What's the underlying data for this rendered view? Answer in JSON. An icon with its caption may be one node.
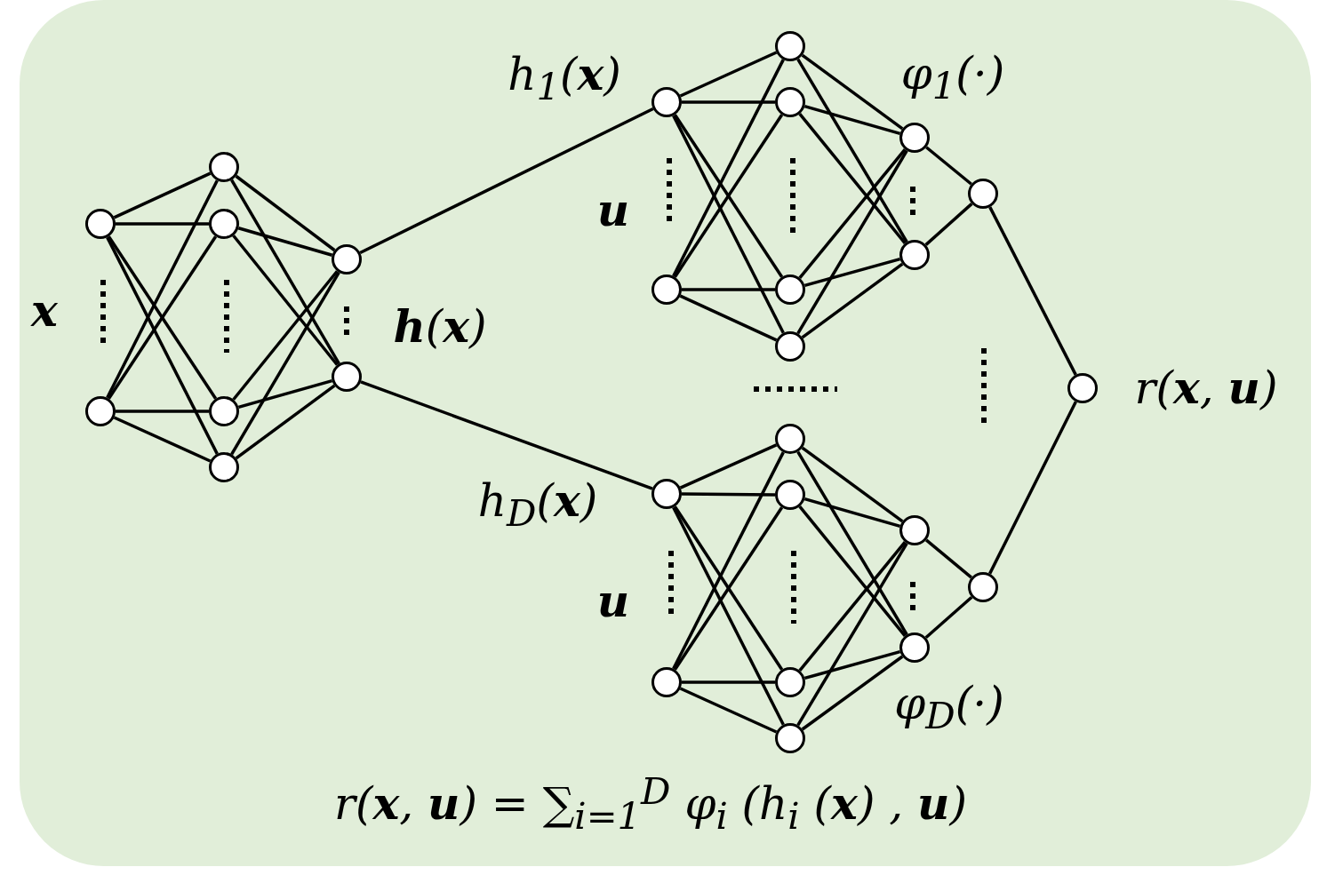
{
  "diagram": {
    "nodes": [
      {
        "text": [],
        "shape": "circle"
      },
      {
        "text": [],
        "shape": "circle"
      },
      {
        "text": [],
        "shape": "circle"
      },
      {
        "text": [],
        "shape": "circle"
      },
      {
        "text": [],
        "shape": "circle"
      },
      {
        "text": [],
        "shape": "circle"
      },
      {
        "text": [],
        "shape": "circle"
      },
      {
        "text": [],
        "shape": "circle"
      },
      {
        "text": [],
        "shape": "circle",
        "beside": [
          "h$_{1}$(**x**)"
        ]
      },
      {
        "text": [],
        "shape": "circle"
      },
      {
        "text": [],
        "shape": "circle"
      },
      {
        "text": [],
        "shape": "circle"
      },
      {
        "text": [],
        "shape": "circle"
      },
      {
        "text": [],
        "shape": "circle"
      },
      {
        "text": [],
        "shape": "circle",
        "beside": [
          "φ$_{1}$(·)"
        ]
      },
      {
        "text": [],
        "shape": "circle"
      },
      {
        "text": [],
        "shape": "circle"
      },
      {
        "text": [],
        "shape": "circle",
        "beside": [
          "h$_{D}$(**x**)"
        ]
      },
      {
        "text": [],
        "shape": "circle"
      },
      {
        "text": [],
        "shape": "circle"
      },
      {
        "text": [],
        "shape": "circle"
      },
      {
        "text": [],
        "shape": "circle"
      },
      {
        "text": [],
        "shape": "circle"
      },
      {
        "text": [],
        "shape": "circle"
      },
      {
        "text": [],
        "shape": "circle",
        "beside": [
          "φ$_{D}$(·)"
        ]
      },
      {
        "text": [],
        "shape": "circle"
      },
      {
        "text": [],
        "shape": "circle",
        "beside": [
          "r(**x**, **u**)"
        ]
      }
    ],
    "edges": [
      {
        "from": 0,
        "to": 2,
        "arrow": "none"
      },
      {
        "from": 0,
        "to": 3,
        "arrow": "none"
      },
      {
        "from": 0,
        "to": 4,
        "arrow": "none"
      },
      {
        "from": 0,
        "to": 5,
        "arrow": "none"
      },
      {
        "from": 1,
        "to": 2,
        "arrow": "none"
      },
      {
        "from": 1,
        "to": 3,
        "arrow": "none"
      },
      {
        "from": 1,
        "to": 4,
        "arrow": "none"
      },
      {
        "from": 1,
        "to": 5,
        "arrow": "none"
      },
      {
        "from": 2,
        "to": 6,
        "arrow": "none"
      },
      {
        "from": 2,
        "to": 7,
        "arrow": "none"
      },
      {
        "from": 3,
        "to": 6,
        "arrow": "none"
      },
      {
        "from": 3,
        "to": 7,
        "arrow": "none"
      },
      {
        "from": 4,
        "to": 6,
        "arrow": "none"
      },
      {
        "from": 4,
        "to": 7,
        "arrow": "none"
      },
      {
        "from": 5,
        "to": 6,
        "arrow": "none"
      },
      {
        "from": 5,
        "to": 7,
        "arrow": "none"
      },
      {
        "from": 6,
        "to": 8,
        "arrow": "none"
      },
      {
        "from": 7,
        "to": 17,
        "arrow": "none"
      },
      {
        "from": 8,
        "to": 10,
        "arrow": "none"
      },
      {
        "from": 8,
        "to": 11,
        "arrow": "none"
      },
      {
        "from": 8,
        "to": 12,
        "arrow": "none"
      },
      {
        "from": 8,
        "to": 13,
        "arrow": "none"
      },
      {
        "from": 9,
        "to": 10,
        "arrow": "none"
      },
      {
        "from": 9,
        "to": 11,
        "arrow": "none"
      },
      {
        "from": 9,
        "to": 12,
        "arrow": "none"
      },
      {
        "from": 9,
        "to": 13,
        "arrow": "none"
      },
      {
        "from": 10,
        "to": 14,
        "arrow": "none"
      },
      {
        "from": 10,
        "to": 15,
        "arrow": "none"
      },
      {
        "from": 11,
        "to": 14,
        "arrow": "none"
      },
      {
        "from": 11,
        "to": 15,
        "arrow": "none"
      },
      {
        "from": 12,
        "to": 14,
        "arrow": "none"
      },
      {
        "from": 12,
        "to": 15,
        "arrow": "none"
      },
      {
        "from": 13,
        "to": 14,
        "arrow": "none"
      },
      {
        "from": 13,
        "to": 15,
        "arrow": "none"
      },
      {
        "from": 14,
        "to": 16,
        "arrow": "none"
      },
      {
        "from": 15,
        "to": 16,
        "arrow": "none"
      },
      {
        "from": 16,
        "to": 26,
        "arrow": "none"
      },
      {
        "from": 17,
        "to": 19,
        "arrow": "none"
      },
      {
        "from": 17,
        "to": 20,
        "arrow": "none"
      },
      {
        "from": 17,
        "to": 21,
        "arrow": "none"
      },
      {
        "from": 17,
        "to": 22,
        "arrow": "none"
      },
      {
        "from": 18,
        "to": 19,
        "arrow": "none"
      },
      {
        "from": 18,
        "to": 20,
        "arrow": "none"
      },
      {
        "from": 18,
        "to": 21,
        "arrow": "none"
      },
      {
        "from": 18,
        "to": 22,
        "arrow": "none"
      },
      {
        "from": 19,
        "to": 23,
        "arrow": "none"
      },
      {
        "from": 19,
        "to": 24,
        "arrow": "none"
      },
      {
        "from": 20,
        "to": 23,
        "arrow": "none"
      },
      {
        "from": 20,
        "to": 24,
        "arrow": "none"
      },
      {
        "from": 21,
        "to": 23,
        "arrow": "none"
      },
      {
        "from": 21,
        "to": 24,
        "arrow": "none"
      },
      {
        "from": 22,
        "to": 23,
        "arrow": "none"
      },
      {
        "from": 22,
        "to": 24,
        "arrow": "none"
      },
      {
        "from": 23,
        "to": 25,
        "arrow": "none"
      },
      {
        "from": 24,
        "to": 25,
        "arrow": "none"
      },
      {
        "from": 25,
        "to": 26,
        "arrow": "none"
      }
    ],
    "labels": [
      "**x**",
      "**h**(**x**)",
      "**u**",
      "**u**"
    ],
    "caption": "r(**x**, **u**) = ∑$_{i=1}$$^{D}$ φ$_{i}$ (h$_{i}$ (**x**) , **u**)"
  }
}
